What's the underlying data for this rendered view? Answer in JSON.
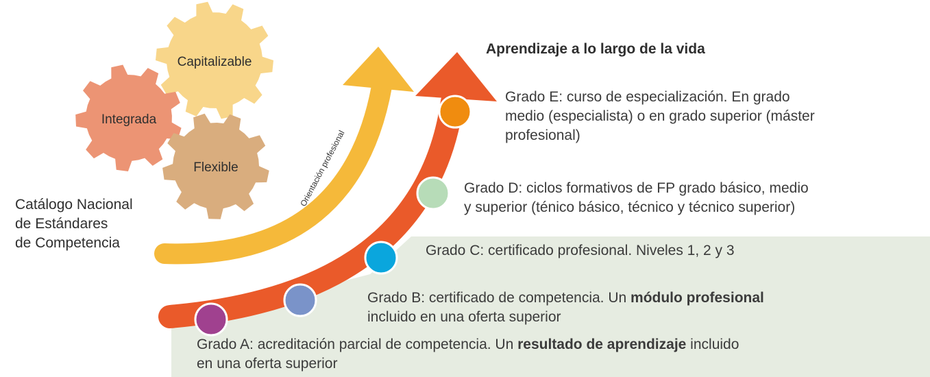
{
  "gears": {
    "capitalizable": "Capitalizable",
    "integrada": "Integrada",
    "flexible": "Flexible"
  },
  "catalog_label": [
    "Catálogo Nacional",
    "de Estándares",
    "de Competencia"
  ],
  "guidance_label": "Orientación profesional",
  "lifelong_title": "Aprendizaje a lo largo de la vida",
  "grades": {
    "e": [
      "Grado E: curso de especialización. En grado",
      "medio (especialista) o en grado superior (máster",
      "profesional)"
    ],
    "d": [
      "Grado D: ciclos formativos de FP grado básico, medio",
      "y superior (ténico básico, técnico y técnico superior)"
    ],
    "c": "Grado C: certificado profesional. Niveles 1, 2 y 3",
    "b": {
      "before": "Grado B: certificado de competencia. Un ",
      "bold": "módulo profesional",
      "line2": "incluido en una oferta superior"
    },
    "a": {
      "before": "Grado A: acreditación parcial de competencia. Un ",
      "bold": "resultado de aprendizaje",
      "after": " incluido",
      "line2": "en una oferta superior"
    }
  },
  "colors": {
    "background_panel": "#e6ece1",
    "orange_arrow": "#ea5a2a",
    "yellow_arrow": "#f5b93a",
    "gear_capitalizable": "#f8d68a",
    "gear_integrada": "#ec9474",
    "gear_flexible": "#d9ad7e",
    "dot_a": "#a0418f",
    "dot_b": "#7a93c9",
    "dot_c": "#0aa6dd",
    "dot_d": "#b7dcb8",
    "dot_e": "#f08c0f"
  }
}
